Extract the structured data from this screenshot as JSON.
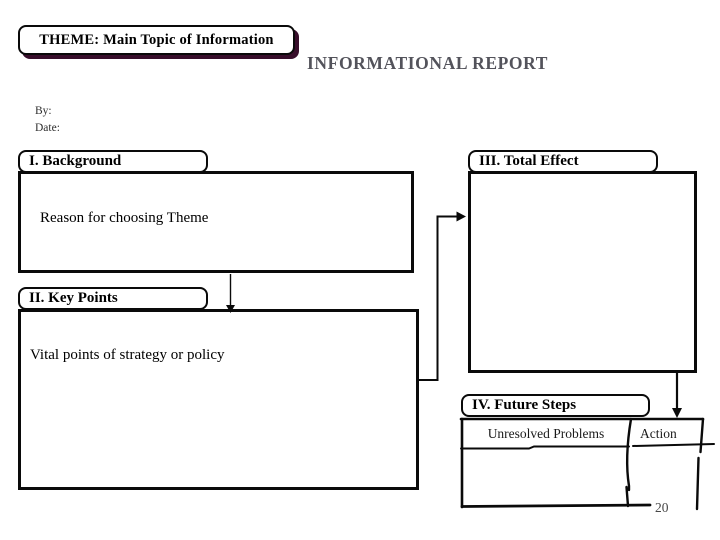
{
  "slide": {
    "page_number": "20",
    "colors": {
      "background": "#ffffff",
      "line": "#0a0a0a",
      "theme_box_shadow": "#380e2b",
      "title_text": "#53535b"
    }
  },
  "theme_box": {
    "label": "THEME: Main Topic of Information"
  },
  "title": "INFORMATIONAL REPORT",
  "byline": {
    "by": "By:",
    "date": "Date:"
  },
  "sections": {
    "background": {
      "tab": "I. Background",
      "body": "Reason for choosing Theme"
    },
    "key_points": {
      "tab": "II. Key Points",
      "body": "Vital points of strategy or policy"
    },
    "total_effect": {
      "tab": "III. Total Effect",
      "body": ""
    },
    "future_steps": {
      "tab": "IV. Future Steps",
      "columns": [
        "Unresolved Problems",
        "Action"
      ]
    }
  }
}
